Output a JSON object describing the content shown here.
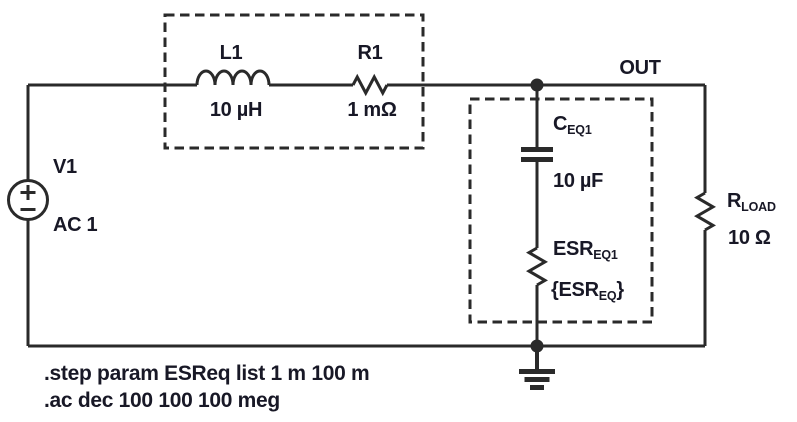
{
  "colors": {
    "background": "#ffffff",
    "line": "#2a2a2a",
    "text": "#181826"
  },
  "components": {
    "source": {
      "ref": "V1",
      "value": "AC 1"
    },
    "inductor": {
      "ref": "L1",
      "value": "10 µH"
    },
    "series_resistor": {
      "ref": "R1",
      "value": "1 mΩ"
    },
    "capacitor": {
      "ref_main": "C",
      "ref_sub": "EQ1",
      "value": "10 µF"
    },
    "esr_resistor": {
      "ref_main": "ESR",
      "ref_sub": "EQ1",
      "value_prefix": "{ESR",
      "value_sub": "EQ",
      "value_suffix": "}"
    },
    "load_resistor": {
      "ref_main": "R",
      "ref_sub": "LOAD",
      "value": "10 Ω"
    }
  },
  "net_labels": {
    "out": "OUT"
  },
  "spice_directives": [
    ".step param ESReq list 1 m 100 m",
    ".ac dec 100 100 100 meg"
  ]
}
